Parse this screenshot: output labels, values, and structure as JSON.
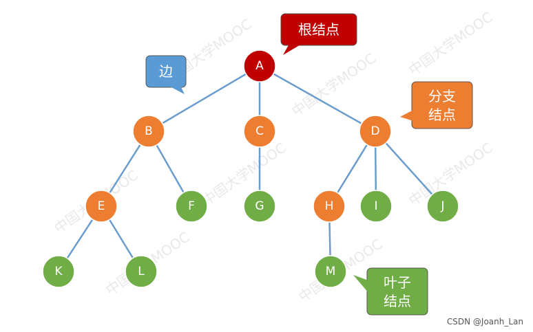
{
  "tree": {
    "nodes": [
      {
        "id": "A",
        "label": "A",
        "role": "root"
      },
      {
        "id": "B",
        "label": "B",
        "role": "branch"
      },
      {
        "id": "C",
        "label": "C",
        "role": "branch"
      },
      {
        "id": "D",
        "label": "D",
        "role": "branch"
      },
      {
        "id": "E",
        "label": "E",
        "role": "branch"
      },
      {
        "id": "F",
        "label": "F",
        "role": "leaf"
      },
      {
        "id": "G",
        "label": "G",
        "role": "leaf"
      },
      {
        "id": "H",
        "label": "H",
        "role": "branch"
      },
      {
        "id": "I",
        "label": "I",
        "role": "leaf"
      },
      {
        "id": "J",
        "label": "J",
        "role": "leaf"
      },
      {
        "id": "K",
        "label": "K",
        "role": "leaf"
      },
      {
        "id": "L",
        "label": "L",
        "role": "leaf"
      },
      {
        "id": "M",
        "label": "M",
        "role": "leaf"
      }
    ],
    "edges": [
      [
        "A",
        "B"
      ],
      [
        "A",
        "C"
      ],
      [
        "A",
        "D"
      ],
      [
        "B",
        "E"
      ],
      [
        "B",
        "F"
      ],
      [
        "C",
        "G"
      ],
      [
        "D",
        "H"
      ],
      [
        "D",
        "I"
      ],
      [
        "D",
        "J"
      ],
      [
        "E",
        "K"
      ],
      [
        "E",
        "L"
      ],
      [
        "H",
        "M"
      ]
    ]
  },
  "callouts": {
    "root": {
      "lines": [
        "根结点"
      ]
    },
    "edge": {
      "lines": [
        "边"
      ]
    },
    "branch": {
      "lines": [
        "分支",
        "结点"
      ]
    },
    "leaf": {
      "lines": [
        "叶子",
        "结点"
      ]
    }
  },
  "colors": {
    "root": "#c00000",
    "branch": "#ed7d31",
    "leaf": "#70ad47",
    "edge_line": "#6a9ccc",
    "edge_callout": "#5b9bd5"
  },
  "watermark": {
    "text": "中国大学MOOC"
  },
  "credit": "CSDN @Joanh_Lan"
}
